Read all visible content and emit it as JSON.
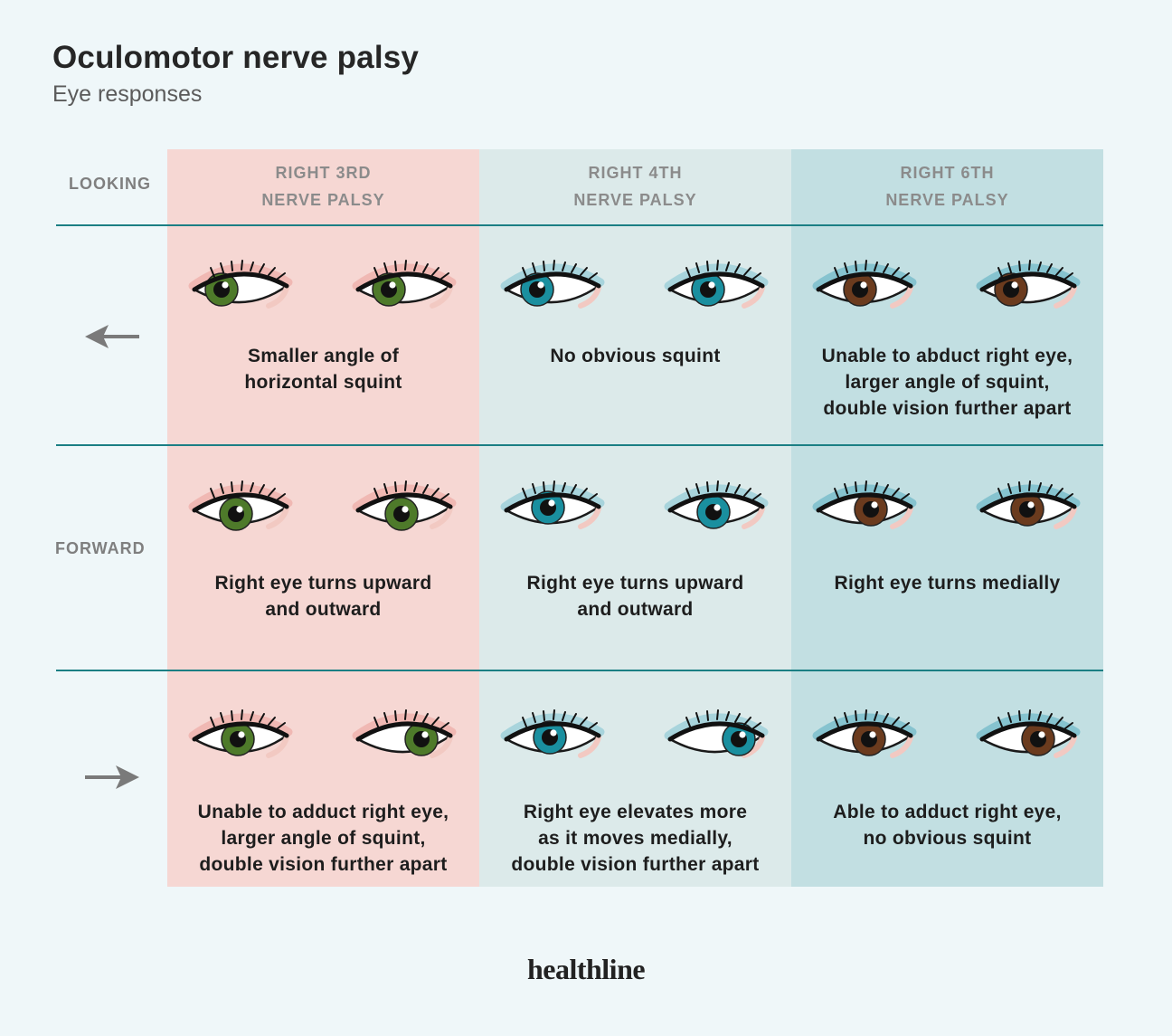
{
  "title": "Oculomotor nerve palsy",
  "subtitle": "Eye responses",
  "looking_label": "LOOKING",
  "forward_label": "FORWARD",
  "columns": [
    {
      "line1": "RIGHT 3RD",
      "line2": "NERVE PALSY",
      "iris_color": "#4e7a2a",
      "lid_color": "#f0b8b3"
    },
    {
      "line1": "RIGHT 4TH",
      "line2": "NERVE PALSY",
      "iris_color": "#1a8f9f",
      "lid_color": "#a8d4dc"
    },
    {
      "line1": "RIGHT 6TH",
      "line2": "NERVE PALSY",
      "iris_color": "#6b3b1e",
      "lid_color": "#86c3cf"
    }
  ],
  "rows": [
    {
      "direction": "arrow-left-icon",
      "cells": [
        [
          "Smaller angle of",
          "horizontal squint"
        ],
        [
          "No obvious squint"
        ],
        [
          "Unable to abduct right eye,",
          "larger angle of squint,",
          "double vision further apart"
        ]
      ]
    },
    {
      "direction": "forward",
      "cells": [
        [
          "Right eye turns upward",
          "and outward"
        ],
        [
          "Right eye turns upward",
          "and outward"
        ],
        [
          "Right eye turns medially"
        ]
      ]
    },
    {
      "direction": "arrow-right-icon",
      "cells": [
        [
          "Unable to adduct right eye,",
          "larger angle of squint,",
          "double vision further apart"
        ],
        [
          "Right eye elevates more",
          "as it moves medially,",
          "double vision further apart"
        ],
        [
          "Able to adduct right eye,",
          "no obvious squint"
        ]
      ]
    }
  ],
  "brand": "healthline",
  "colors": {
    "background": "#eff7f9",
    "col_3rd": "#f6d7d3",
    "col_4th": "#dceaea",
    "col_6th": "#c2dfe2",
    "rule": "#1b7f84",
    "arrow": "#7a7a7a"
  }
}
